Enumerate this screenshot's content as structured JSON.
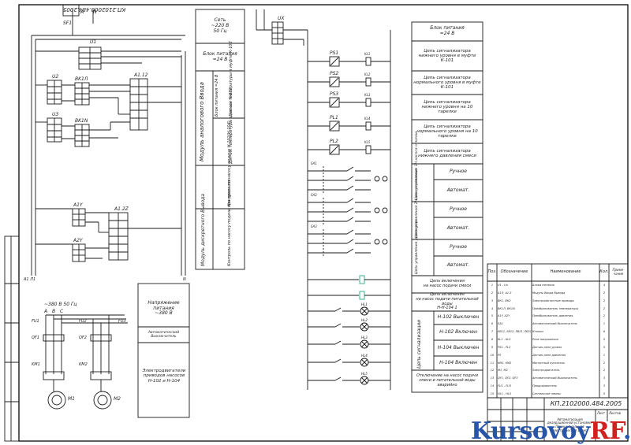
{
  "drawing_code": "КП.2102000.484.2005",
  "top_labels": {
    "a1": "A",
    "n1": "N",
    "sf": "SF1"
  },
  "modules": {
    "u1": "U1",
    "u2": "U2",
    "u3": "U3",
    "bk1": "BK1Л",
    "bk2": "BK1N",
    "a1a2": "A1.12",
    "a1y": "A1Y",
    "a2y": "A2Y",
    "a12z": "A1.2Z",
    "ux": "UX"
  },
  "middle_table": {
    "net": "Сеть\n~220 В\n50 Гц",
    "psu": "Блок питания\n=24 В",
    "module_analog": "Модуль аналогового Ввода",
    "psu2": "Блок питания\n=24 В",
    "sensor_temp1": "Датчик температуры\nв муфте К-102",
    "sensor_temp2": "Датчик температуры\nв насосе Н-102",
    "sensor_pressure": "Контроль по насосу подачи Н-102(Н-104)",
    "module_discrete": "Модуль дискретного Вывода",
    "sensor_press2": "Контроль по насосу подачи при дросселе"
  },
  "bottom_left": {
    "power_label": "~380 В 50 Гц",
    "phases": [
      "A",
      "B",
      "C"
    ],
    "breakers": [
      "QF1",
      "QF2"
    ],
    "starters": [
      "KM1",
      "KM2"
    ],
    "motors": [
      "M1",
      "M2"
    ],
    "fuse_labels": [
      "FU1",
      "FU2",
      "FU3"
    ]
  },
  "bottom_middle": {
    "voltage": "Напряжение питания\n~380 В",
    "note": "Автоматический Выключатель",
    "motors": "Электродвигатели приводов насосов Н-102 и Н-104"
  },
  "ladder": {
    "relays": [
      "PS1",
      "PS2",
      "PS3",
      "PL1",
      "PL2"
    ],
    "coils": [
      "KL1",
      "KL2",
      "KL3",
      "KL4",
      "KL5"
    ],
    "lamps": [
      "HL1",
      "HL2",
      "HL3",
      "HL4",
      "HL5"
    ],
    "sa_labels": [
      "SA1",
      "SA2",
      "SA3"
    ],
    "bus_left": "A1 Л1",
    "bus_right": "N"
  },
  "right_table": {
    "header": "Блок питания\n=24 В",
    "rows": [
      "Цепь сигнализатора нижнего уровня в муфте К-101",
      "Цепь сигнализатора нормального уровня в муфте К-101",
      "Цепь сигнализатора нижнего уровня на 10 тарелке",
      "Цепь сигнализатора нормального уровня на 10 тарелке",
      "Цепь сигнализатора нижнего давления смеси"
    ],
    "mode_groups": [
      {
        "label": "Цепь управления 1Н насоса откачки",
        "modes": [
          "Ручное",
          "Автомат."
        ]
      },
      {
        "label": "Цепь управления 2Н насоса откачки",
        "modes": [
          "Ручное",
          "Автомат."
        ]
      },
      {
        "label": "Цепь управления дозатором",
        "modes": [
          "Ручное",
          "Автомат."
        ]
      }
    ],
    "signal1": "Цепь включения\nна насос подачи смеси",
    "signal2": "Цепь включения\nна насос подачи питательной воды\nН-Н-104 1",
    "sig_block_label": "Цепь сигнализации",
    "sig_rows": [
      "Н-102 Выключен",
      "Н-102 Включен",
      "Н-104 Выключен",
      "Н-104 Включен"
    ],
    "last_row": "Отключение на насос подачи смеси и питательной воды аварийно"
  },
  "spec_table": {
    "headers": [
      "Поз.",
      "Обозначение",
      "Наименование",
      "Кол.",
      "Приме-чание"
    ],
    "rows": [
      [
        "1",
        "U1 - Uх",
        "Блоки питания",
        "4",
        ""
      ],
      [
        "2",
        "A1Л, A1.2",
        "Модуль Ввода Вывода",
        "2",
        ""
      ],
      [
        "3",
        "ВК1, ВК2",
        "Электромагнитные приводы",
        "2",
        ""
      ],
      [
        "4",
        "ВК1Л, ВК1N",
        "Преобразователь температуры",
        "2",
        ""
      ],
      [
        "5",
        "A1Y, A2Y",
        "Преобразователь давления",
        "2",
        ""
      ],
      [
        "6",
        "SA1",
        "Автоматический Выключатель",
        "1",
        ""
      ],
      [
        "7",
        "SB11, SB12, SB21, SB22, SB31, SB32",
        "Кнопки",
        "6",
        ""
      ],
      [
        "8",
        "KL1 - KL5",
        "Реле напряжения",
        "5",
        ""
      ],
      [
        "9",
        "PS1 - PL2",
        "Датчик реле уровня",
        "5",
        ""
      ],
      [
        "10",
        "PS",
        "Датчик реле давления",
        "1",
        ""
      ],
      [
        "11",
        "KM1, KM2",
        "Магнитный пускатель",
        "2",
        ""
      ],
      [
        "12",
        "M1, M2",
        "Электродвигатель",
        "2",
        ""
      ],
      [
        "13",
        "QF1, QF2, QF3",
        "Автоматический Выключатель",
        "3",
        ""
      ],
      [
        "14",
        "FU1 - FU3",
        "Предохранитель",
        "3",
        ""
      ],
      [
        "15",
        "HL1 - HL5",
        "Сигнальные лампы",
        "5",
        ""
      ]
    ]
  },
  "title_block": {
    "code": "КП.2102000.484.2005",
    "title": "Автоматизация деаэрационной установки. Принципиальная электрическая схема",
    "sheet": "Лист",
    "sheets": "Листов"
  },
  "watermark": {
    "part1": "Kursovoy",
    "part2": "RF",
    "part3": ".ru"
  },
  "colors": {
    "line": "#1a1a1a",
    "lamp_green": "#2aa87a",
    "brand_blue": "#2855a8",
    "brand_red": "#d22020"
  }
}
